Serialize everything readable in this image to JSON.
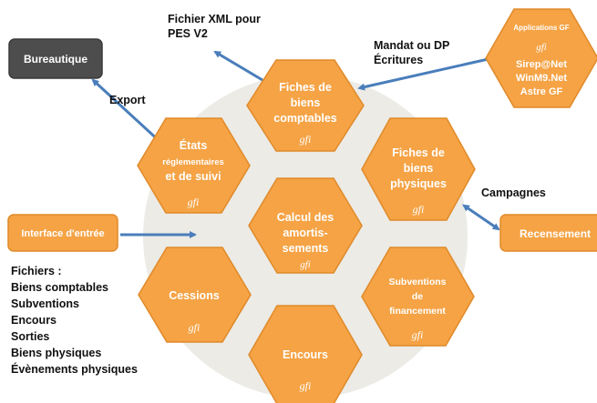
{
  "colors": {
    "hex_fill": "#f5a345",
    "hex_stroke": "#e08a2a",
    "box_dark": "#4d4d4d",
    "arrow": "#4a7ebb",
    "background_circle": "#ecebe6"
  },
  "logo_text": "gfi",
  "hexagons": {
    "fiches_comptables": [
      "Fiches de",
      "biens",
      "comptables"
    ],
    "etats": [
      "États",
      "réglementaires",
      "et de suivi"
    ],
    "calcul": [
      "Calcul des",
      "amortis-",
      "sements"
    ],
    "fiches_physiques": [
      "Fiches de",
      "biens",
      "physiques"
    ],
    "cessions": [
      "Cessions"
    ],
    "subventions": [
      "Subventions",
      "de",
      "financement"
    ],
    "encours": [
      "Encours"
    ],
    "applications": {
      "title": "Applications  GF",
      "lines": [
        "Sirep@Net",
        "WinM9.Net",
        "Astre GF"
      ]
    }
  },
  "boxes": {
    "bureautique": "Bureautique",
    "interface": "Interface d'entrée",
    "recensement": "Recensement"
  },
  "labels": {
    "fichier_xml": [
      "Fichier XML pour",
      "PES V2"
    ],
    "mandat": [
      "Mandat ou DP",
      "Écritures"
    ],
    "export": "Export",
    "campagnes": "Campagnes"
  },
  "fichiers_list": [
    "Fichiers :",
    "Biens comptables",
    "Subventions",
    "Encours",
    "Sorties",
    "Biens physiques",
    "Évènements physiques"
  ]
}
